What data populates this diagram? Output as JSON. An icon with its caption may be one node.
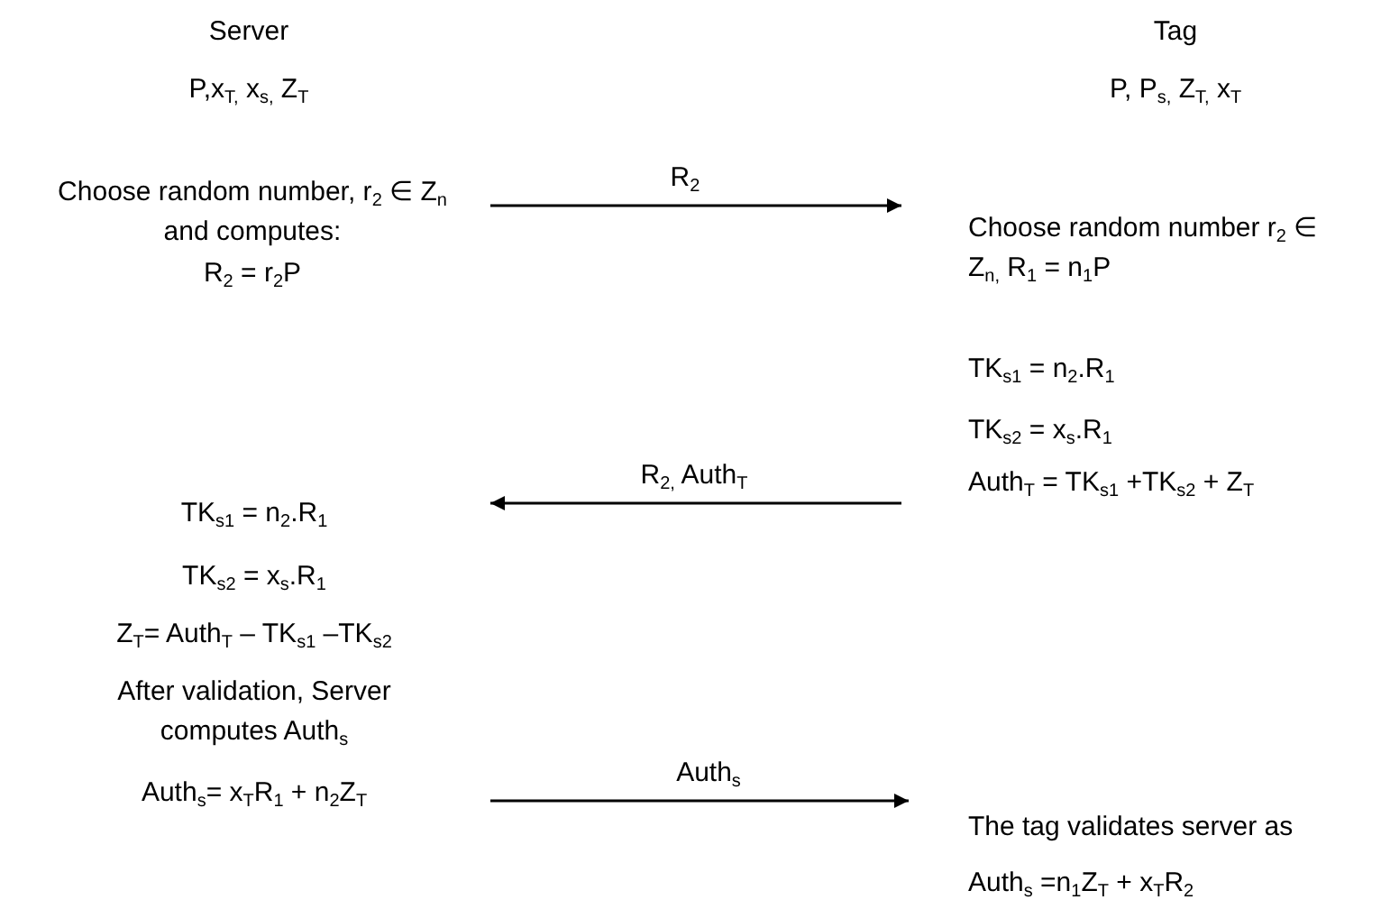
{
  "diagram": {
    "nodes": [
      {
        "text": [
          "Choose random number, r$_{2}$ ∈ Z$_{n}$ and computes:",
          "R$_{2}$ = r$_{2}$P"
        ]
      },
      {
        "text": [
          "Choose random number r$_{2}$ ∈ Z$_{n,}$ R$_{1}$ = n$_{1}$P",
          "TK$_{s1}$ = n$_{2}$.R$_{1}$",
          "TK$_{s2}$ = x$_{s}$.R$_{1}$",
          "Auth$_{T}$ = TK$_{s1}$ +TK$_{s2}$ + Z$_{T}$"
        ]
      },
      {
        "text": [
          "TK$_{s1}$ = n$_{2}$.R$_{1}$",
          "TK$_{s2}$ = x$_{s}$.R$_{1}$",
          "Z$_{T}$= Auth$_{T}$ – TK$_{s1}$ –TK$_{s2}$",
          "After validation, Server computes Auth$_{s}$",
          "Auth$_{s}$= x$_{T}$R$_{1}$ + n$_{2}$Z$_{T}$"
        ]
      },
      {
        "text": [
          "The tag validates server as",
          "Auth$_{s}$ =n$_{1}$Z$_{T}$ + x$_{T}$R$_{2}$"
        ]
      }
    ],
    "edges": [
      {
        "from": 0,
        "to": 1,
        "arrow": "to",
        "label": "R$_{2}$"
      },
      {
        "from": 1,
        "to": 2,
        "arrow": "to",
        "label": "R$_{2,}$ Auth$_{T}$"
      },
      {
        "from": 2,
        "to": 3,
        "arrow": "to",
        "label": "Auth$_{s}$"
      }
    ],
    "labels": [
      "Server",
      "P,x$_{T,}$ x$_{s,}$ Z$_{T}$",
      "Tag",
      "P, P$_{s,}$ Z$_{T,}$ x$_{T}$"
    ]
  }
}
